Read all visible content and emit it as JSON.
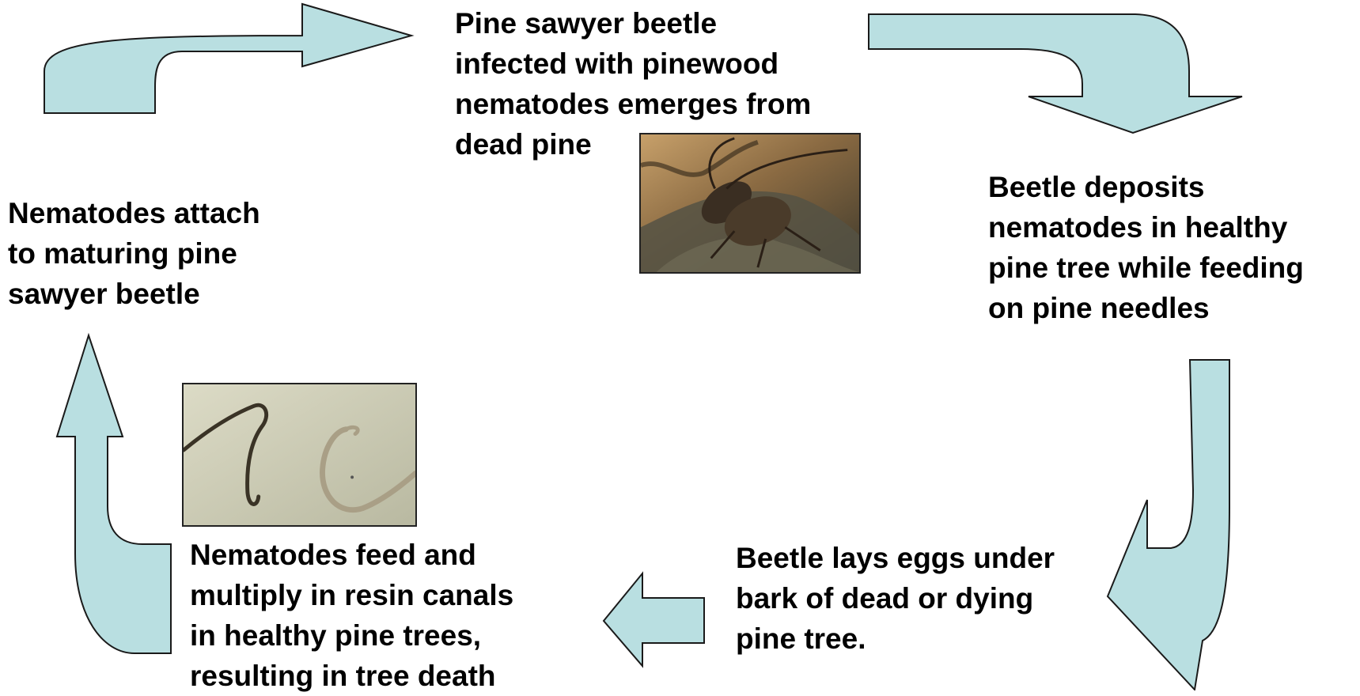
{
  "colors": {
    "arrow_fill": "#b9dfe1",
    "arrow_stroke": "#1a1a1a",
    "text": "#000000"
  },
  "steps": {
    "emerge": {
      "lines": [
        "Pine sawyer beetle",
        "infected with pinewood",
        "nematodes emerges from",
        "dead pine"
      ]
    },
    "deposit": {
      "lines": [
        "Beetle deposits",
        "nematodes in healthy",
        "pine tree while feeding",
        "on pine needles"
      ]
    },
    "lay_eggs": {
      "lines": [
        "Beetle lays eggs under",
        "bark of dead or dying",
        "pine tree."
      ]
    },
    "feed_multiply": {
      "lines": [
        "Nematodes feed and",
        "multiply in resin canals",
        "in healthy pine trees,",
        "resulting in tree death"
      ]
    },
    "attach": {
      "lines": [
        "Nematodes attach",
        "to maturing pine",
        "sawyer beetle"
      ]
    }
  },
  "photos": {
    "beetle": {
      "icon": "beetle-photo"
    },
    "nematodes": {
      "icon": "nematodes-photo"
    }
  }
}
